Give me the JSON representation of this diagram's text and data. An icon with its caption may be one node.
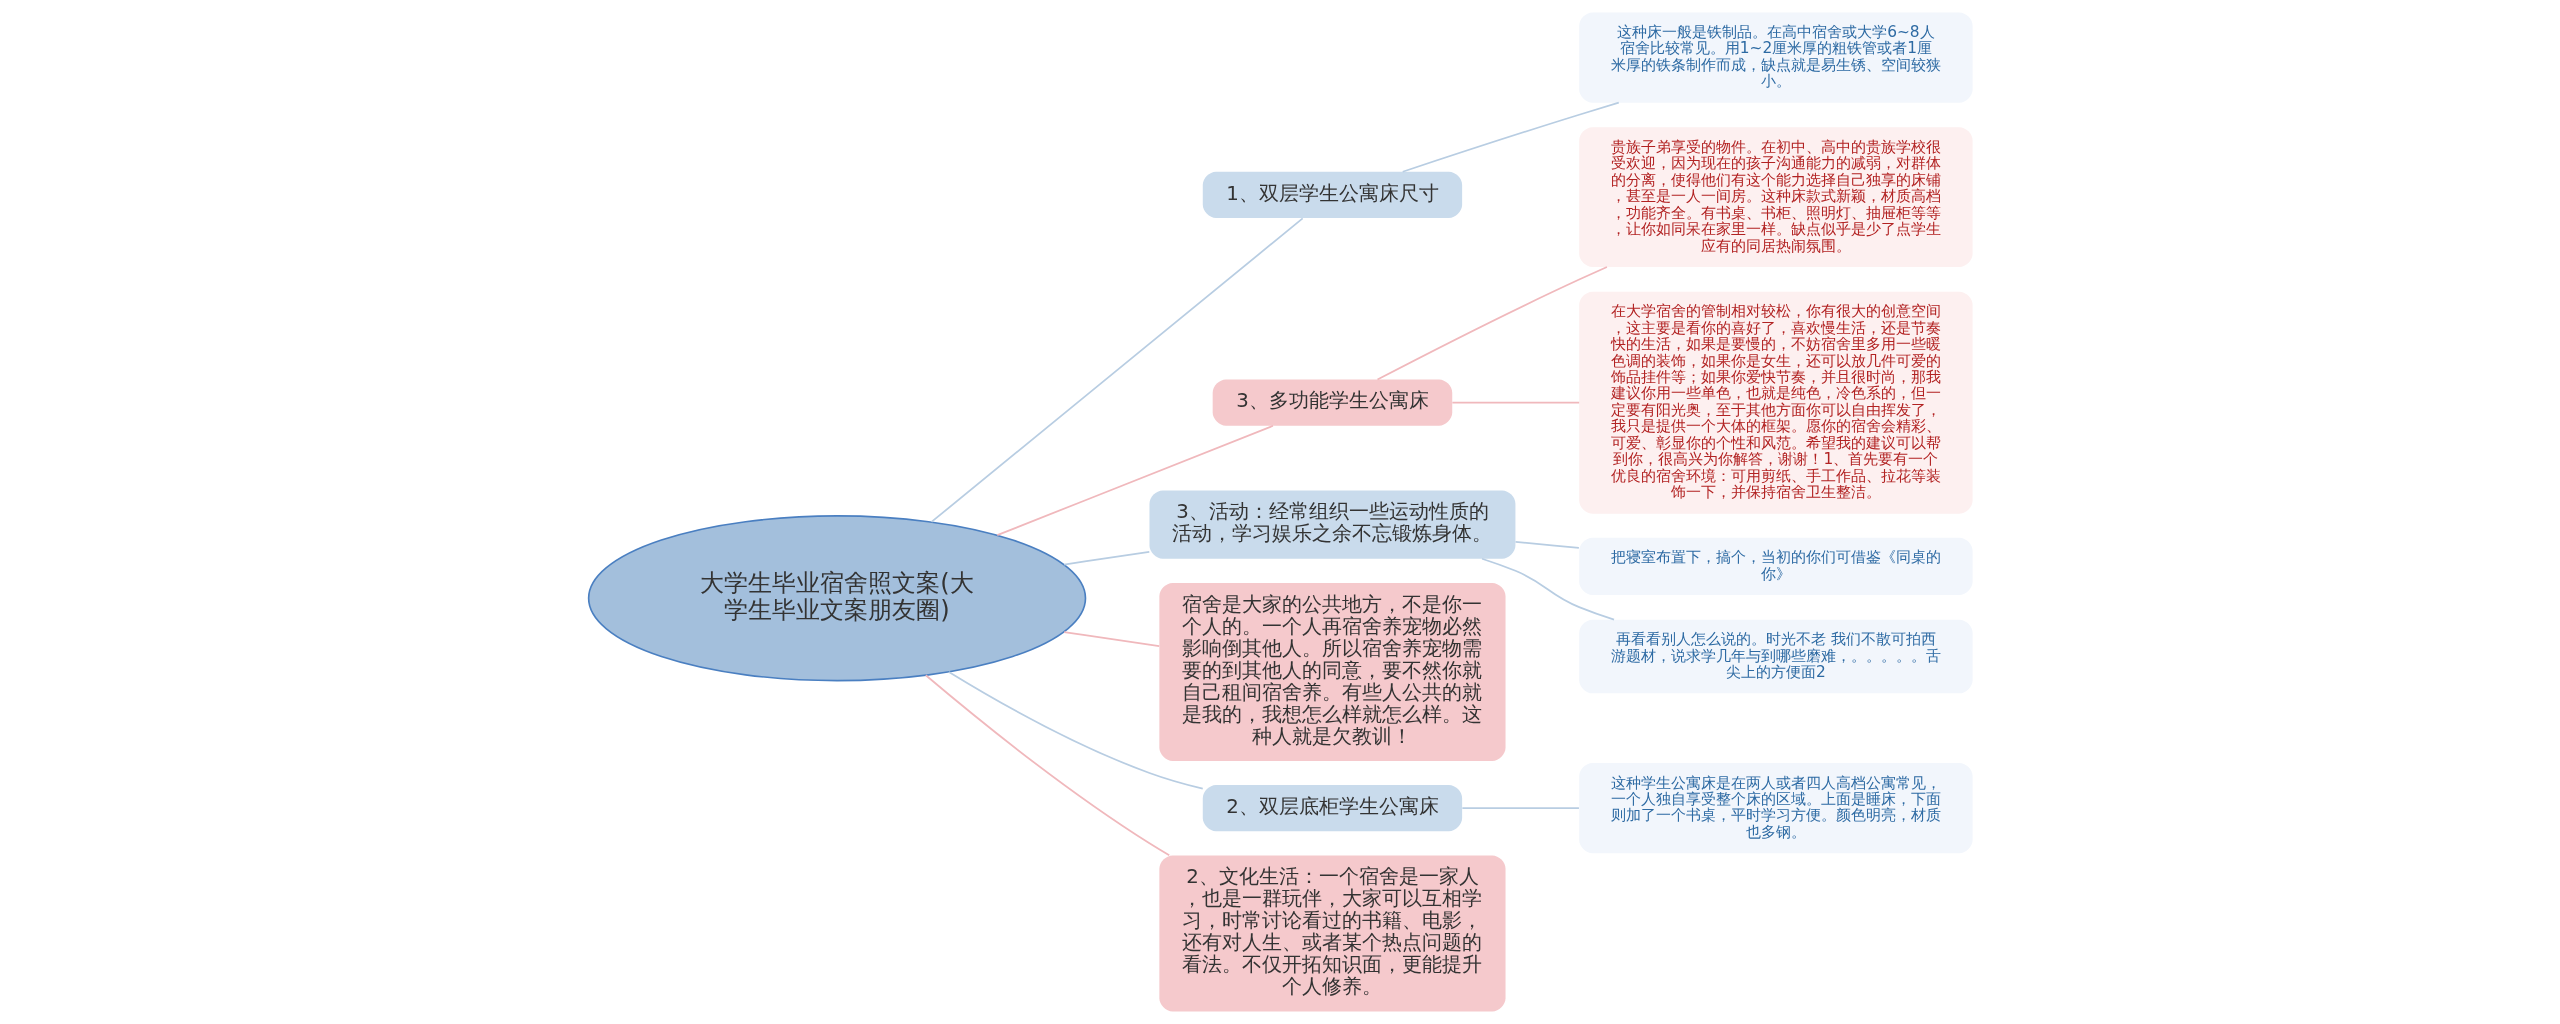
{
  "diagram": {
    "nodes": [
      {
        "text": [
          "大学生毕业宿舍照文案(大学生毕业文案朋友圈)"
        ]
      },
      {
        "text": [
          "1、双层学生公寓床尺寸"
        ]
      },
      {
        "text": [
          "这种床一般是铁制品。在高中宿舍或大学6~8人宿舍比较常见。用1~2厘米厚的粗铁管或者1厘米厚的铁条制作而成，缺点就是易生锈、空间较狭小。"
        ]
      },
      {
        "text": [
          "3、多功能学生公寓床"
        ]
      },
      {
        "text": [
          "贵族子弟享受的物件。在初中、高中的贵族学校很受欢迎，因为现在的孩子沟通能力的减弱，对群体的分离，使得他们有这个能力选择自己独享的床铺，甚至是一人一间房。这种床款式新颖，材质高档，功能齐全。有书桌、书柜、照明灯、抽屉柜等等，让你如同呆在家里一样。缺点似乎是少了点学生应有的同居热闹氛围。"
        ]
      },
      {
        "text": [
          "在大学宿舍的管制相对较松，你有很大的创意空间，这主要是看你的喜好了，喜欢慢生活，还是节奏快的生活，如果是要慢的，不妨宿舍里多用一些暖色调的装饰，如果你是女生，还可以放几件可爱的饰品挂件等；如果你爱快节奏，并且很时尚，那我建议你用一些单色，也就是纯色，冷色系的，但一定要有阳光奥，至于其他方面你可以自由挥发了，我只是提供一个大体的框架。愿你的宿舍会精彩、可爱、彰显你的个性和风范。希望我的建议可以帮到你，很高兴为你解答，谢谢！1、首先要有一个优良的宿舍环境：可用剪纸、手工作品、拉花等装饰一下，并保持宿舍卫生整洁。"
        ]
      },
      {
        "text": [
          "3、活动：经常组织一些运动性质的活动，学习娱乐之余不忘锻炼身体。"
        ]
      },
      {
        "text": [
          "把寝室布置下，搞个，当初的你们可借鉴《同桌的你》"
        ]
      },
      {
        "text": [
          "再看看别人怎么说的。时光不老 我们不散可拍西游题材，说求学几年与到哪些磨难，。。。。。舌尖上的方便面2"
        ]
      },
      {
        "text": [
          "宿舍是大家的公共地方，不是你一个人的。一个人再宿舍养宠物必然影响倒其他人。所以宿舍养宠物需要的到其他人的同意，要不然你就自己租间宿舍养。有些人公共的就是我的，我想怎么样就怎么样。这种人就是欠教训！"
        ]
      },
      {
        "text": [
          "2、双层底柜学生公寓床"
        ]
      },
      {
        "text": [
          "这种学生公寓床是在两人或者四人高档公寓常见，一个人独自享受整个床的区域。上面是睡床，下面则加了一个书桌，平时学习方便。颜色明亮，材质也多钢。"
        ]
      },
      {
        "text": [
          "2、文化生活：一个宿舍是一家人，也是一群玩伴，大家可以互相学习，时常讨论看过的书籍、电影，还有对人生、或者某个热点问题的看法。不仅开拓知识面，更能提升个人修养。"
        ]
      }
    ],
    "edges": [
      {
        "from": 0,
        "to": 1,
        "arrow": "none",
        "color": "#b8cde2"
      },
      {
        "from": 1,
        "to": 2,
        "arrow": "none",
        "color": "#b8cde2"
      },
      {
        "from": 0,
        "to": 3,
        "arrow": "none",
        "color": "#f0b8bc"
      },
      {
        "from": 3,
        "to": 4,
        "arrow": "none",
        "color": "#f0b8bc"
      },
      {
        "from": 3,
        "to": 5,
        "arrow": "none",
        "color": "#f0b8bc"
      },
      {
        "from": 0,
        "to": 6,
        "arrow": "none",
        "color": "#b8cde2"
      },
      {
        "from": 6,
        "to": 7,
        "arrow": "none",
        "color": "#b8cde2"
      },
      {
        "from": 6,
        "to": 8,
        "arrow": "none",
        "color": "#b8cde2"
      },
      {
        "from": 0,
        "to": 9,
        "arrow": "none",
        "color": "#f0b8bc"
      },
      {
        "from": 0,
        "to": 10,
        "arrow": "none",
        "color": "#b8cde2"
      },
      {
        "from": 10,
        "to": 11,
        "arrow": "none",
        "color": "#b8cde2"
      },
      {
        "from": 0,
        "to": 12,
        "arrow": "none",
        "color": "#f0b8bc"
      }
    ]
  }
}
